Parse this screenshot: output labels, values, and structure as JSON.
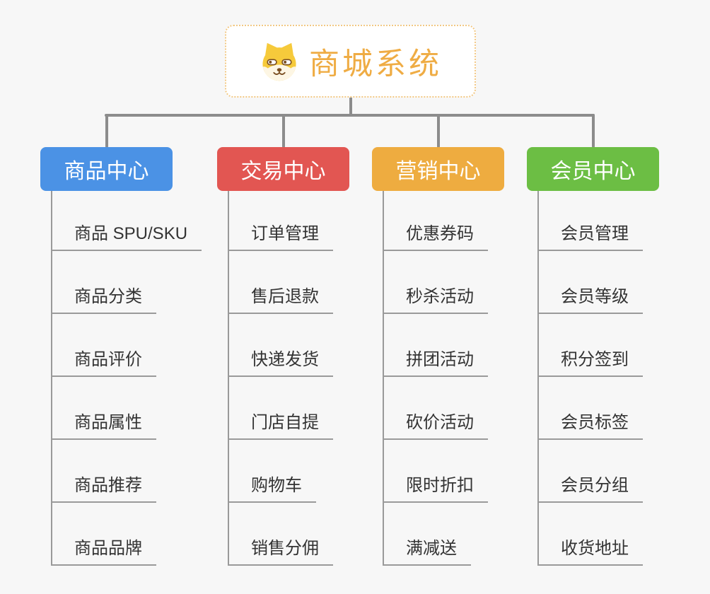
{
  "root": {
    "title": "商城系统",
    "icon": "shiba-dog-icon",
    "text_color": "#efac44",
    "border_color": "#f2c884"
  },
  "colors": {
    "connector_gray": "#8c8c8c",
    "leaf_line_gray": "#9a9a9a",
    "leaf_text": "#333333"
  },
  "branches": [
    {
      "label": "商品中心",
      "color": "#4b92e5",
      "items": [
        "商品 SPU/SKU",
        "商品分类",
        "商品评价",
        "商品属性",
        "商品推荐",
        "商品品牌"
      ]
    },
    {
      "label": "交易中心",
      "color": "#e25652",
      "items": [
        "订单管理",
        "售后退款",
        "快递发货",
        "门店自提",
        "购物车",
        "销售分佣"
      ]
    },
    {
      "label": "营销中心",
      "color": "#eeac40",
      "items": [
        "优惠券码",
        "秒杀活动",
        "拼团活动",
        "砍价活动",
        "限时折扣",
        "满减送"
      ]
    },
    {
      "label": "会员中心",
      "color": "#6cbe44",
      "items": [
        "会员管理",
        "会员等级",
        "积分签到",
        "会员标签",
        "会员分组",
        "收货地址"
      ]
    }
  ]
}
